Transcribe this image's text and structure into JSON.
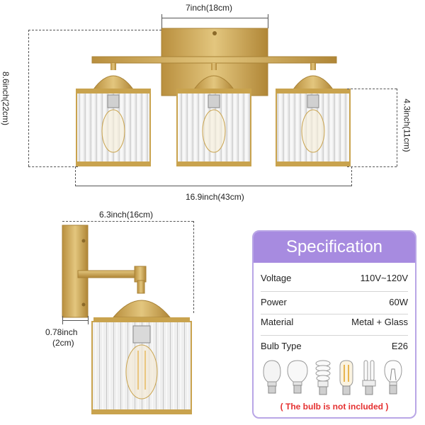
{
  "dimensions": {
    "top_width": "7inch(18cm)",
    "total_height": "8.6inch(22cm)",
    "shade_height": "4.3inch(11cm)",
    "total_width": "16.9inch(43cm)",
    "single_width": "6.3inch(16cm)",
    "plate_depth_line1": "0.78inch",
    "plate_depth_line2": "(2cm)"
  },
  "spec": {
    "title": "Specification",
    "rows": [
      {
        "label": "Voltage",
        "value": "110V~120V"
      },
      {
        "label": "Power",
        "value": "60W"
      },
      {
        "label": "Material",
        "value": "Metal + Glass"
      },
      {
        "label": "Bulb Type",
        "value": "E26"
      }
    ],
    "note": "( The bulb is not included )"
  },
  "colors": {
    "gold": "#c9a34e",
    "header": "#a78be0",
    "note": "#e53030"
  },
  "icons": [
    "led-bulb-icon",
    "globe-bulb-icon",
    "spiral-bulb-icon",
    "filament-bulb-icon",
    "cfl-bulb-icon",
    "incandescent-bulb-icon"
  ]
}
